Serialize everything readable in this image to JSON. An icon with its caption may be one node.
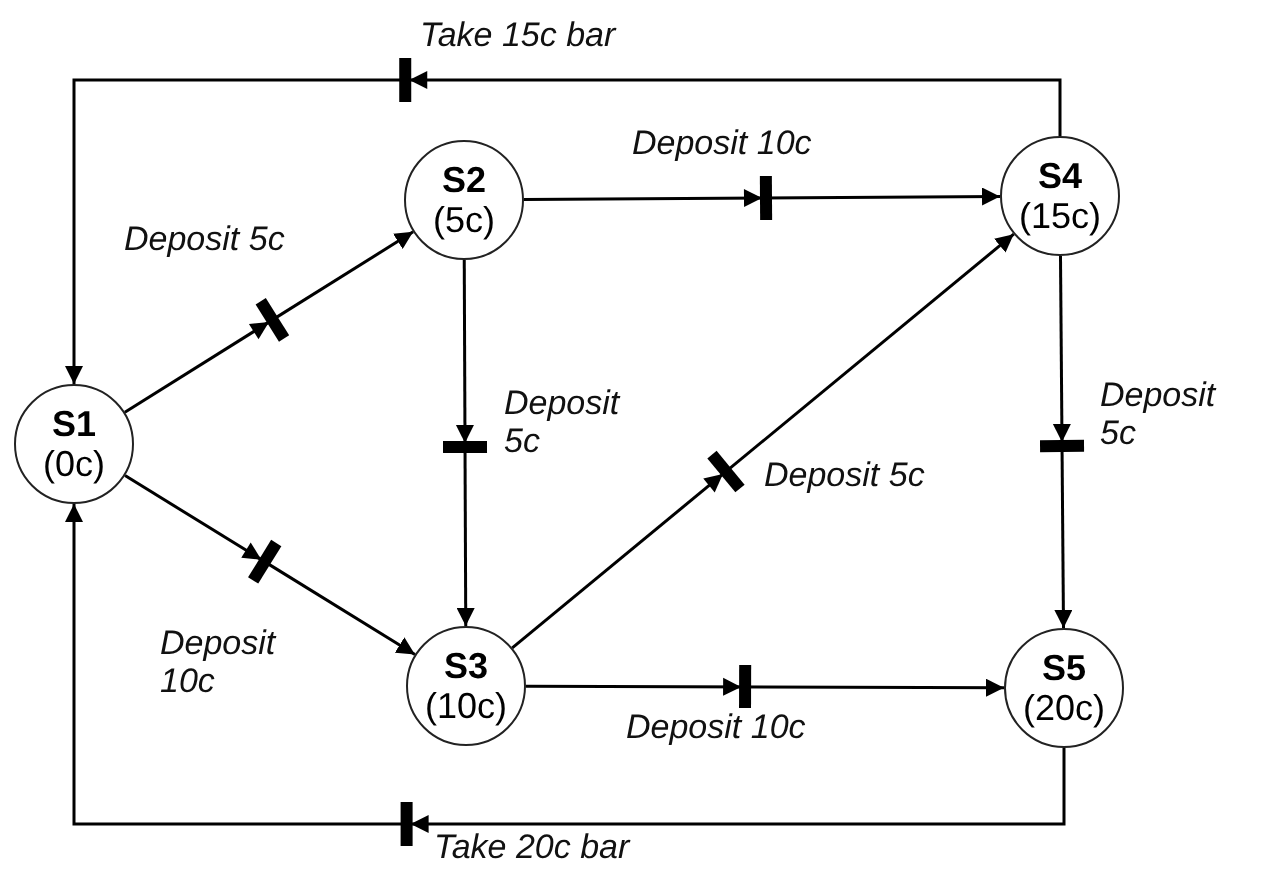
{
  "diagram": {
    "nodes": [
      {
        "text": [
          "S1",
          "(0c)"
        ]
      },
      {
        "text": [
          "S2",
          "(5c)"
        ]
      },
      {
        "text": [
          "S3",
          "(10c)"
        ]
      },
      {
        "text": [
          "S4",
          "(15c)"
        ]
      },
      {
        "text": [
          "S5",
          "(20c)"
        ]
      }
    ],
    "edges": [
      {
        "from": 0,
        "to": 1,
        "arrow": "to",
        "label": "Deposit 5c"
      },
      {
        "from": 0,
        "to": 2,
        "arrow": "to",
        "label": "Deposit 10c"
      },
      {
        "from": 1,
        "to": 3,
        "arrow": "to",
        "label": "Deposit 10c"
      },
      {
        "from": 1,
        "to": 2,
        "arrow": "to",
        "label": "Deposit 5c"
      },
      {
        "from": 2,
        "to": 3,
        "arrow": "to",
        "label": "Deposit 5c"
      },
      {
        "from": 3,
        "to": 4,
        "arrow": "to",
        "label": "Deposit 5c"
      },
      {
        "from": 2,
        "to": 4,
        "arrow": "to",
        "label": "Deposit 10c"
      },
      {
        "from": 3,
        "to": 0,
        "arrow": "to",
        "label": "Take 15c bar"
      },
      {
        "from": 4,
        "to": 0,
        "arrow": "to",
        "label": "Take 20c bar"
      }
    ]
  }
}
